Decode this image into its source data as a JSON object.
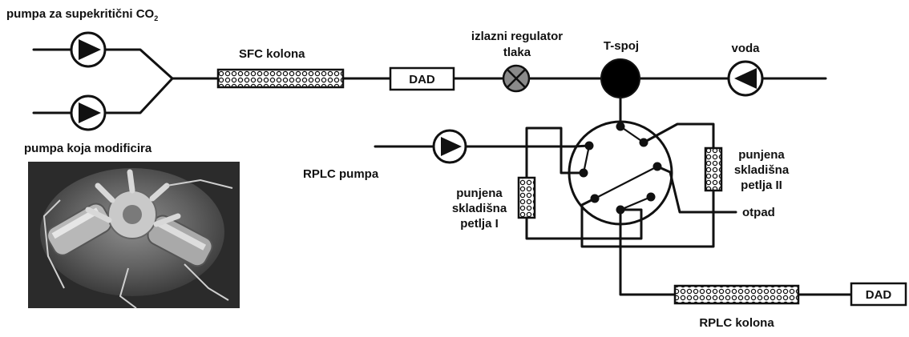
{
  "labels": {
    "co2_pump": "pumpa za supekritični CO",
    "co2_sub": "2",
    "modifier_pump": "pumpa koja modificira",
    "sfc_column": "SFC kolona",
    "dad_1": "DAD",
    "regulator_line1": "izlazni regulator",
    "regulator_line2": "tlaka",
    "t_junction": "T-spoj",
    "water": "voda",
    "rplc_pump": "RPLC pumpa",
    "loop_i_line1": "punjena",
    "loop_i_line2": "skladišna",
    "loop_i_line3": "petlja I",
    "loop_ii_line1": "punjena",
    "loop_ii_line2": "skladišna",
    "loop_ii_line3": "petlja II",
    "waste": "otpad",
    "rplc_column": "RPLC kolona",
    "dad_2": "DAD"
  },
  "icons": {
    "pump": "pump-icon",
    "regulator": "back-pressure-regulator-icon",
    "t_junction": "t-junction-icon",
    "valve": "switching-valve-icon",
    "photo": "valve-photo"
  },
  "colors": {
    "line": "#111111",
    "regulator_fill": "#8a8a8a",
    "junction_fill": "#000000",
    "photo_bg": "#2b2b2b"
  }
}
